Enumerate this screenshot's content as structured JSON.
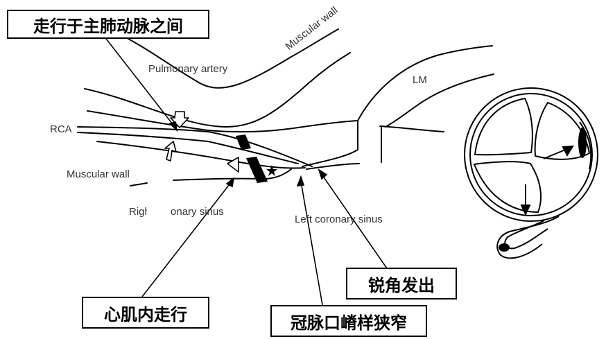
{
  "callouts": {
    "between_arteries": "走行于主肺动脉之间",
    "intramural": "心肌内走行",
    "acute_angle": "锐角发出",
    "ostial_stenosis": "冠脉口嵴样狭窄"
  },
  "labels": {
    "pulmonary_artery": "Pulmonary artery",
    "muscular_wall_top": "Muscular wall",
    "lm": "LM",
    "rca": "RCA",
    "muscular_wall_left": "Muscular wall",
    "right_coronary_sinus": "Right coronary sinus",
    "left_coronary_sinus": "Left coronary sinus"
  },
  "colors": {
    "line": "#000000",
    "text": "#333333",
    "background": "#ffffff"
  }
}
